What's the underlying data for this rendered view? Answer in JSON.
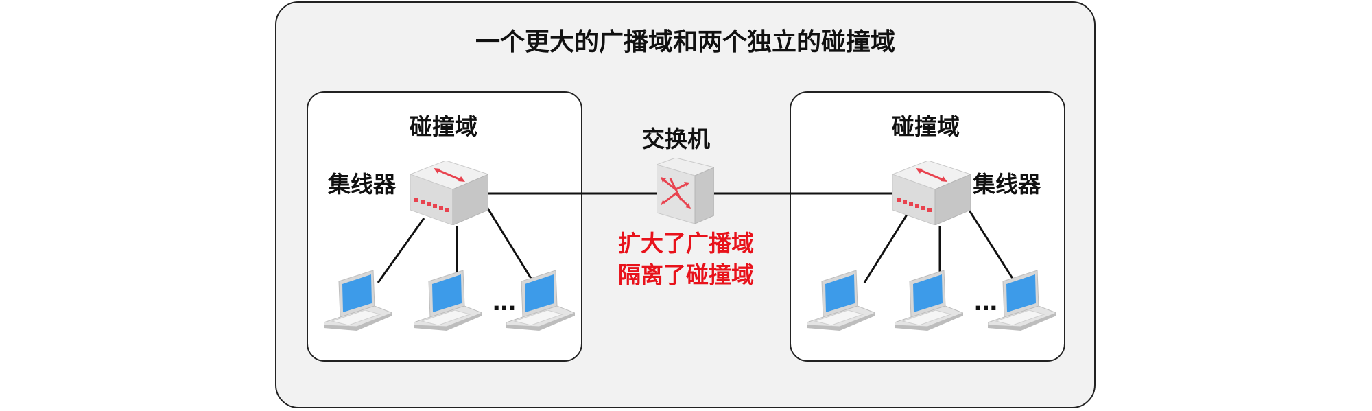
{
  "title": "一个更大的广播域和两个独立的碰撞域",
  "left_domain": {
    "label": "碰撞域",
    "hub_label": "集线器"
  },
  "right_domain": {
    "label": "碰撞域",
    "hub_label": "集线器"
  },
  "switch": {
    "label": "交换机",
    "note_line1": "扩大了广播域",
    "note_line2": "隔离了碰撞域"
  },
  "ellipsis": "…",
  "colors": {
    "note": "#e8121b",
    "outer_bg": "#f2f2f2",
    "arrow": "#e8434f",
    "screen": "#3d9be9"
  },
  "icons": [
    "hub-icon",
    "switch-icon",
    "laptop-icon"
  ]
}
